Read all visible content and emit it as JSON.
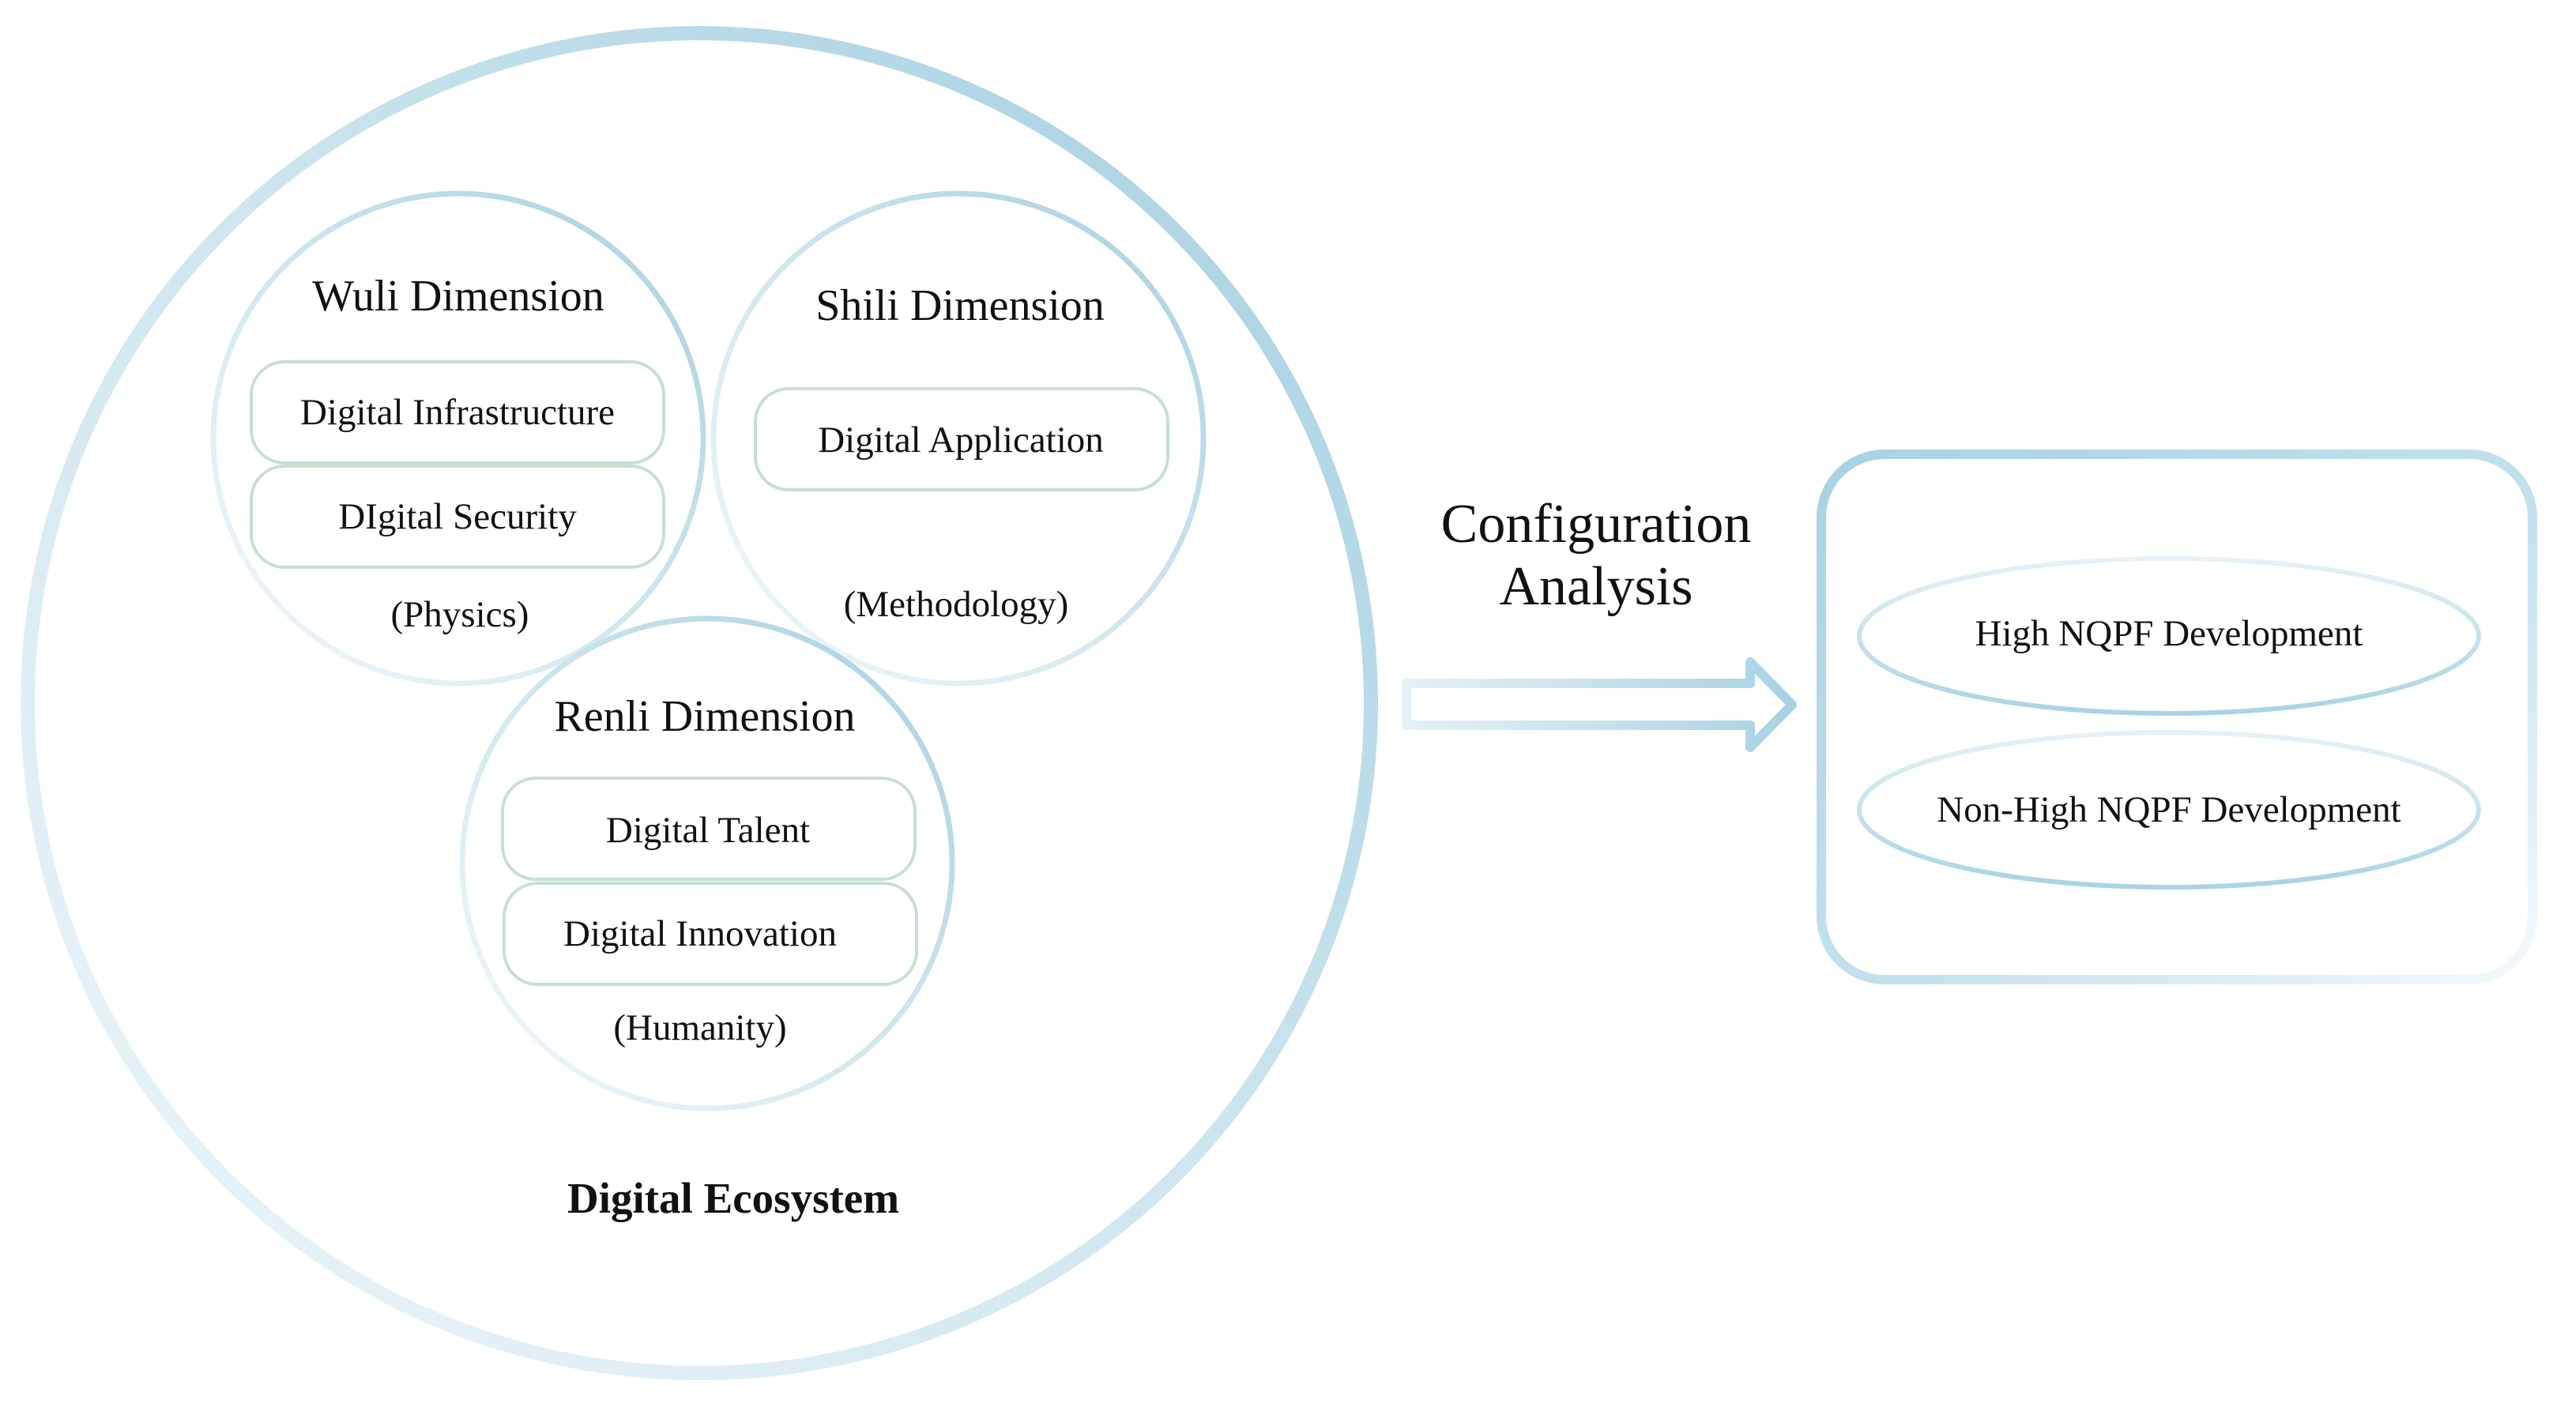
{
  "diagram": {
    "ecosystem_label": "Digital Ecosystem",
    "dimensions": {
      "wuli": {
        "title": "Wuli Dimension",
        "items": [
          "Digital Infrastructure",
          "DIgital Security"
        ],
        "subtitle": "(Physics)"
      },
      "shili": {
        "title": "Shili Dimension",
        "items": [
          "Digital Application"
        ],
        "subtitle": "(Methodology)"
      },
      "renli": {
        "title": "Renli Dimension",
        "items": [
          "Digital Talent",
          "Digital Innovation"
        ],
        "subtitle": "(Humanity)"
      }
    },
    "arrow_label": {
      "line1": "Configuration",
      "line2": "Analysis"
    },
    "outcomes": [
      "High NQPF Development",
      "Non-High NQPF Development"
    ],
    "colors": {
      "outline_blue": "#a9d3e2",
      "outline_light": "#d3e9f1",
      "box_border": "#c8dfd0",
      "text": "#111111"
    }
  }
}
